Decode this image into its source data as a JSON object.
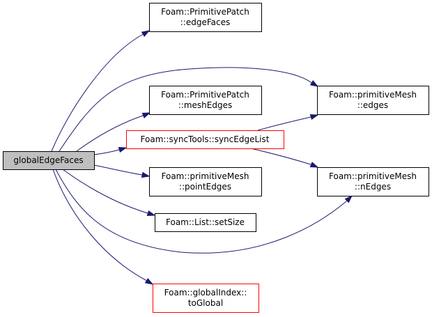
{
  "colors": {
    "edge": "#191970",
    "border_default": "#000000",
    "border_linked": "#ff0000",
    "root_fill": "#bfbfbf",
    "node_fill": "#ffffff"
  },
  "nodes": [
    {
      "id": "root",
      "lines": [
        "globalEdgeFaces"
      ],
      "style": "root"
    },
    {
      "id": "pp_edgeFaces",
      "lines": [
        "Foam::PrimitivePatch",
        "::edgeFaces"
      ],
      "style": "default"
    },
    {
      "id": "pp_meshEdges",
      "lines": [
        "Foam::PrimitivePatch",
        "::meshEdges"
      ],
      "style": "default"
    },
    {
      "id": "sync_edgeList",
      "lines": [
        "Foam::syncTools::syncEdgeList"
      ],
      "style": "linked"
    },
    {
      "id": "pm_pointEdges",
      "lines": [
        "Foam::primitiveMesh",
        "::pointEdges"
      ],
      "style": "default"
    },
    {
      "id": "list_setSize",
      "lines": [
        "Foam::List::setSize"
      ],
      "style": "default"
    },
    {
      "id": "gi_toGlobal",
      "lines": [
        "Foam::globalIndex::",
        "toGlobal"
      ],
      "style": "linked"
    },
    {
      "id": "pm_edges",
      "lines": [
        "Foam::primitiveMesh",
        "::edges"
      ],
      "style": "default"
    },
    {
      "id": "pm_nEdges",
      "lines": [
        "Foam::primitiveMesh",
        "::nEdges"
      ],
      "style": "default"
    }
  ],
  "edges": [
    {
      "from": "root",
      "to": "pp_edgeFaces"
    },
    {
      "from": "root",
      "to": "pm_edges"
    },
    {
      "from": "root",
      "to": "pp_meshEdges"
    },
    {
      "from": "root",
      "to": "sync_edgeList"
    },
    {
      "from": "root",
      "to": "pm_pointEdges"
    },
    {
      "from": "root",
      "to": "list_setSize"
    },
    {
      "from": "root",
      "to": "pm_nEdges"
    },
    {
      "from": "root",
      "to": "gi_toGlobal"
    },
    {
      "from": "sync_edgeList",
      "to": "pm_edges"
    },
    {
      "from": "sync_edgeList",
      "to": "pm_nEdges"
    }
  ]
}
